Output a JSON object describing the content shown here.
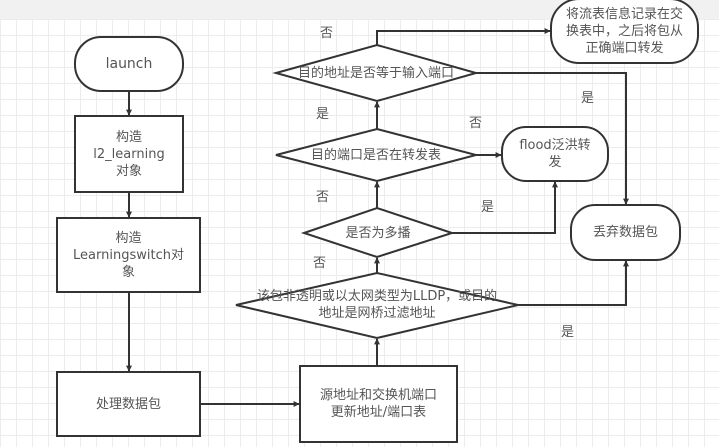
{
  "diagram": {
    "type": "flowchart",
    "nodes": {
      "launch": {
        "label": "launch",
        "shape": "terminator"
      },
      "build_l2": {
        "label": "构造\nl2_learning\n对象",
        "shape": "process"
      },
      "build_switch": {
        "label": "构造\nLearningswitch对\n象",
        "shape": "process"
      },
      "handle_packet": {
        "label": "处理数据包",
        "shape": "process"
      },
      "update_table": {
        "label": "源地址和交换机端口\n更新地址/端口表",
        "shape": "process"
      },
      "check_lldp": {
        "label": "该包非透明或以太网类型为LLDP，或目的\n地址是网桥过滤地址",
        "shape": "decision"
      },
      "check_multicast": {
        "label": "是否为多播",
        "shape": "decision"
      },
      "check_port_in_table": {
        "label": "目的端口是否在转发表",
        "shape": "decision"
      },
      "check_dst_eq_in": {
        "label": "目的地址是否等于输入端口",
        "shape": "decision"
      },
      "record_forward": {
        "label": "将流表信息记录在交\n换表中，之后将包从\n正确端口转发",
        "shape": "terminator"
      },
      "flood": {
        "label": "flood泛洪转\n发",
        "shape": "terminator"
      },
      "drop": {
        "label": "丢弃数据包",
        "shape": "terminator"
      }
    },
    "edges": [
      {
        "from": "launch",
        "to": "build_l2",
        "label": ""
      },
      {
        "from": "build_l2",
        "to": "build_switch",
        "label": ""
      },
      {
        "from": "build_switch",
        "to": "handle_packet",
        "label": ""
      },
      {
        "from": "handle_packet",
        "to": "update_table",
        "label": ""
      },
      {
        "from": "update_table",
        "to": "check_lldp",
        "label": ""
      },
      {
        "from": "check_lldp",
        "to": "drop",
        "label": "是"
      },
      {
        "from": "check_lldp",
        "to": "check_multicast",
        "label": "否"
      },
      {
        "from": "check_multicast",
        "to": "flood",
        "label": "是"
      },
      {
        "from": "check_multicast",
        "to": "check_port_in_table",
        "label": "否"
      },
      {
        "from": "check_port_in_table",
        "to": "flood",
        "label": "否"
      },
      {
        "from": "check_port_in_table",
        "to": "check_dst_eq_in",
        "label": "是"
      },
      {
        "from": "check_dst_eq_in",
        "to": "record_forward",
        "label": "否"
      },
      {
        "from": "check_dst_eq_in",
        "to": "drop",
        "label": "是"
      }
    ],
    "edge_labels": {
      "lldp_yes": "是",
      "lldp_no": "否",
      "multicast_yes": "是",
      "multicast_no": "否",
      "port_no": "否",
      "port_yes": "是",
      "dst_no": "否",
      "dst_yes": "是"
    },
    "colors": {
      "stroke": "#333333",
      "text": "#555555",
      "fill": "#ffffff",
      "grid": "#ececec"
    }
  }
}
